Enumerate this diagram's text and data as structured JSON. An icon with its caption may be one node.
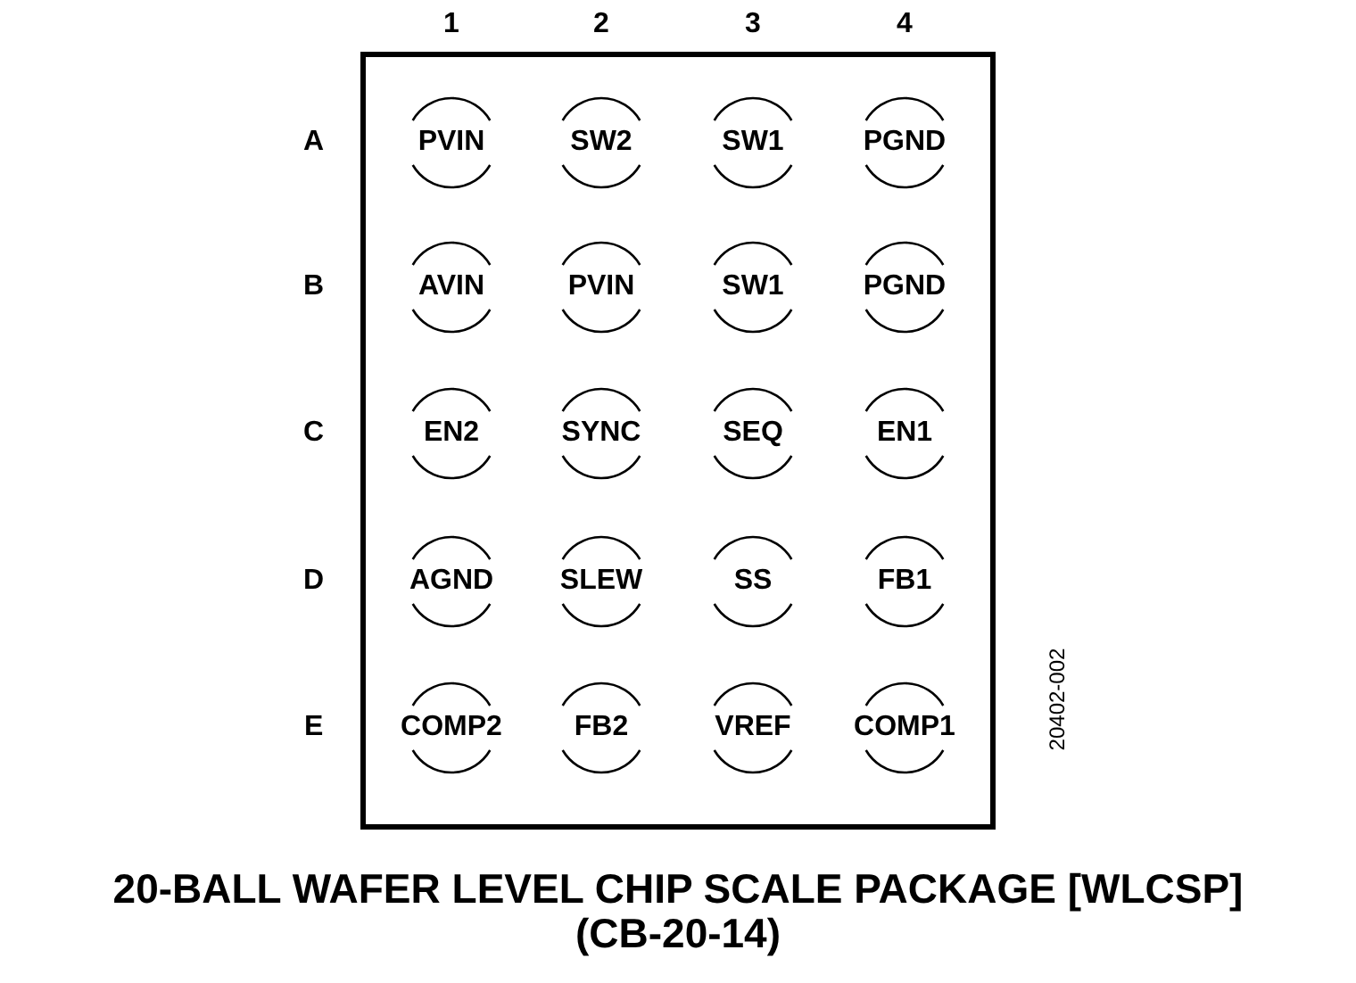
{
  "diagram": {
    "title": "20-BALL WAFER LEVEL CHIP SCALE PACKAGE [WLCSP]",
    "caption": "(CB-20-14)",
    "nodes": [
      {
        "text": [],
        "shape": "box"
      },
      {
        "text": [
          "PVIN"
        ],
        "in": 0
      },
      {
        "text": [
          "SW2"
        ],
        "in": 0
      },
      {
        "text": [
          "SW1"
        ],
        "in": 0
      },
      {
        "text": [
          "PGND"
        ],
        "in": 0
      },
      {
        "text": [
          "AVIN"
        ],
        "in": 0
      },
      {
        "text": [
          "PVIN"
        ],
        "in": 0
      },
      {
        "text": [
          "SW1"
        ],
        "in": 0
      },
      {
        "text": [
          "PGND"
        ],
        "in": 0
      },
      {
        "text": [
          "EN2"
        ],
        "in": 0
      },
      {
        "text": [
          "SYNC"
        ],
        "in": 0
      },
      {
        "text": [
          "SEQ"
        ],
        "in": 0
      },
      {
        "text": [
          "EN1"
        ],
        "in": 0
      },
      {
        "text": [
          "AGND"
        ],
        "in": 0
      },
      {
        "text": [
          "SLEW"
        ],
        "in": 0
      },
      {
        "text": [
          "SS"
        ],
        "in": 0
      },
      {
        "text": [
          "FB1"
        ],
        "in": 0
      },
      {
        "text": [
          "COMP2"
        ],
        "in": 0
      },
      {
        "text": [
          "FB2"
        ],
        "in": 0
      },
      {
        "text": [
          "VREF"
        ],
        "in": 0
      },
      {
        "text": [
          "COMP1"
        ],
        "in": 0
      }
    ],
    "labels": [
      "1",
      "2",
      "3",
      "4",
      "A",
      "B",
      "C",
      "D",
      "E",
      "20402-002"
    ]
  }
}
